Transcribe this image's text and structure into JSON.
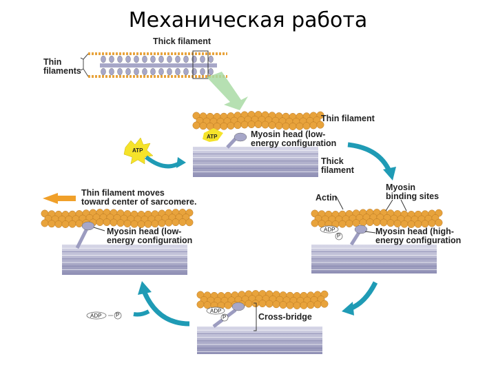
{
  "title": "Механическая работа",
  "labels": {
    "thick_filament_top": "Thick filament",
    "thin_filaments": "Thin\nfilaments",
    "thin_filament": "Thin filament",
    "myosin_head_low_1": "Myosin head (low-\nenergy configuration",
    "thick_filament": "Thick\nfilament",
    "atp": "ATP",
    "actin": "Actin",
    "myosin_binding_sites": "Myosin\nbinding sites",
    "thin_filament_moves": "Thin filament moves\ntoward center of sarcomere.",
    "myosin_head_low_2": "Myosin head (low-\nenergy configuration",
    "myosin_head_high": "Myosin head (high-\nenergy configuration",
    "cross_bridge": "Cross-bridge",
    "adp": "ADP",
    "p": "P"
  },
  "colors": {
    "actin": "#e8a33c",
    "myosin": "#a7a7c8",
    "arrow_teal": "#1f9bb5",
    "arrow_orange": "#f0a02a",
    "atp_burst": "#f5e32a"
  }
}
